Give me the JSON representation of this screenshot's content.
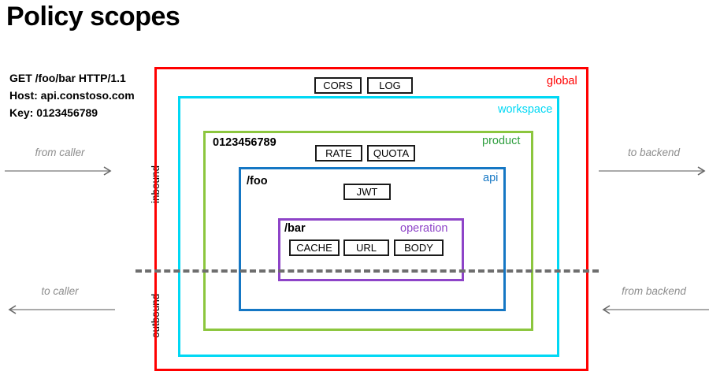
{
  "title": "Policy scopes",
  "request": {
    "line1": "GET /foo/bar HTTP/1.1",
    "line2": "Host: api.constoso.com",
    "line3": "Key: 0123456789"
  },
  "flows": {
    "from_caller": "from caller",
    "to_caller": "to caller",
    "to_backend": "to backend",
    "from_backend": "from backend"
  },
  "directions": {
    "inbound": "inbound",
    "outbound": "outbound"
  },
  "colors": {
    "global": "#FF0000",
    "workspace": "#00D8F4",
    "product": "#8CC63E",
    "api": "#1577C4",
    "operation": "#8E44C8",
    "chip_border": "#1a1a1a",
    "flow_text": "#8d8d8d",
    "divider": "#6e6e6e"
  },
  "scopes": [
    {
      "id": "global",
      "label": "global",
      "color": "#FF0000",
      "identifier": "",
      "policies": [
        "CORS",
        "LOG"
      ]
    },
    {
      "id": "workspace",
      "label": "workspace",
      "color": "#00D8F4",
      "identifier": "",
      "policies": []
    },
    {
      "id": "product",
      "label": "product",
      "color": "#8CC63E",
      "identifier": "0123456789",
      "policies": [
        "RATE",
        "QUOTA"
      ]
    },
    {
      "id": "api",
      "label": "api",
      "color": "#1577C4",
      "identifier": "/foo",
      "policies": [
        "JWT"
      ]
    },
    {
      "id": "operation",
      "label": "operation",
      "color": "#8E44C8",
      "identifier": "/bar",
      "policies": [
        "CACHE",
        "URL",
        "BODY"
      ]
    }
  ],
  "policy_chips": {
    "cors": "CORS",
    "log": "LOG",
    "rate": "RATE",
    "quota": "QUOTA",
    "jwt": "JWT",
    "cache": "CACHE",
    "url": "URL",
    "body": "BODY"
  }
}
